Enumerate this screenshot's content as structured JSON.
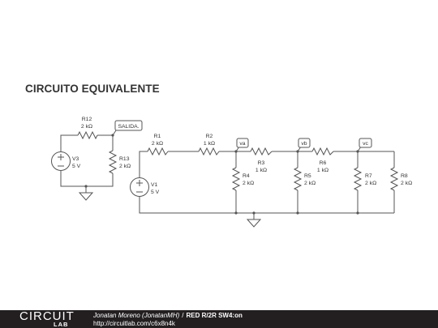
{
  "title": "CIRCUITO EQUIVALENTE",
  "components": {
    "R12": {
      "name": "R12",
      "value": "2 kΩ"
    },
    "R13": {
      "name": "R13",
      "value": "2 kΩ"
    },
    "V3": {
      "name": "V3",
      "value": "5 V"
    },
    "R1": {
      "name": "R1",
      "value": "2 kΩ"
    },
    "R2": {
      "name": "R2",
      "value": "1 kΩ"
    },
    "R3": {
      "name": "R3",
      "value": "1 kΩ"
    },
    "R4": {
      "name": "R4",
      "value": "2 kΩ"
    },
    "R5": {
      "name": "R5",
      "value": "2 kΩ"
    },
    "R6": {
      "name": "R6",
      "value": "1 kΩ"
    },
    "R7": {
      "name": "R7",
      "value": "2 kΩ"
    },
    "R8": {
      "name": "R8",
      "value": "2 kΩ"
    },
    "V1": {
      "name": "V1",
      "value": "5 V"
    }
  },
  "nodes": {
    "salida": "SALIDA.",
    "va": "va",
    "vb": "vb",
    "vc": "vc"
  },
  "footer": {
    "logo_top": "CIRCUIT",
    "logo_bottom": "LAB",
    "author": "Jonatan Moreno (JonatanMH)",
    "separator": "/",
    "circuit_title": "RED R/2R SW4:on",
    "url": "http://circuitlab.com/c6x8n4k"
  },
  "colors": {
    "wire": "#555555",
    "footer_bg": "#231f20",
    "text": "#333333"
  }
}
